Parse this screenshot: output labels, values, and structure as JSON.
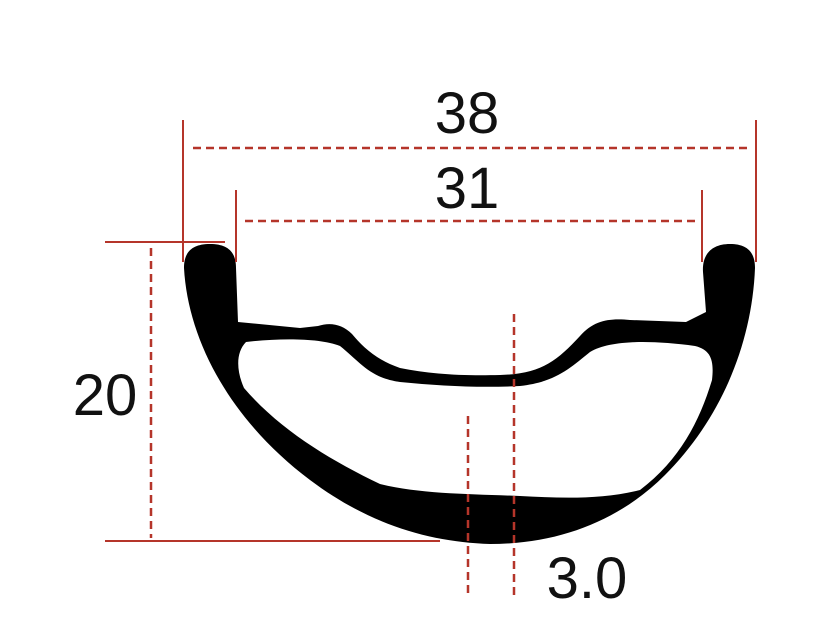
{
  "dimensions": {
    "outer_width": "38",
    "inner_width": "31",
    "depth": "20",
    "wall_thickness": "3.0"
  },
  "colors": {
    "rim_profile": "#000000",
    "dimension_lines": "#b5352a",
    "text": "#111111"
  }
}
